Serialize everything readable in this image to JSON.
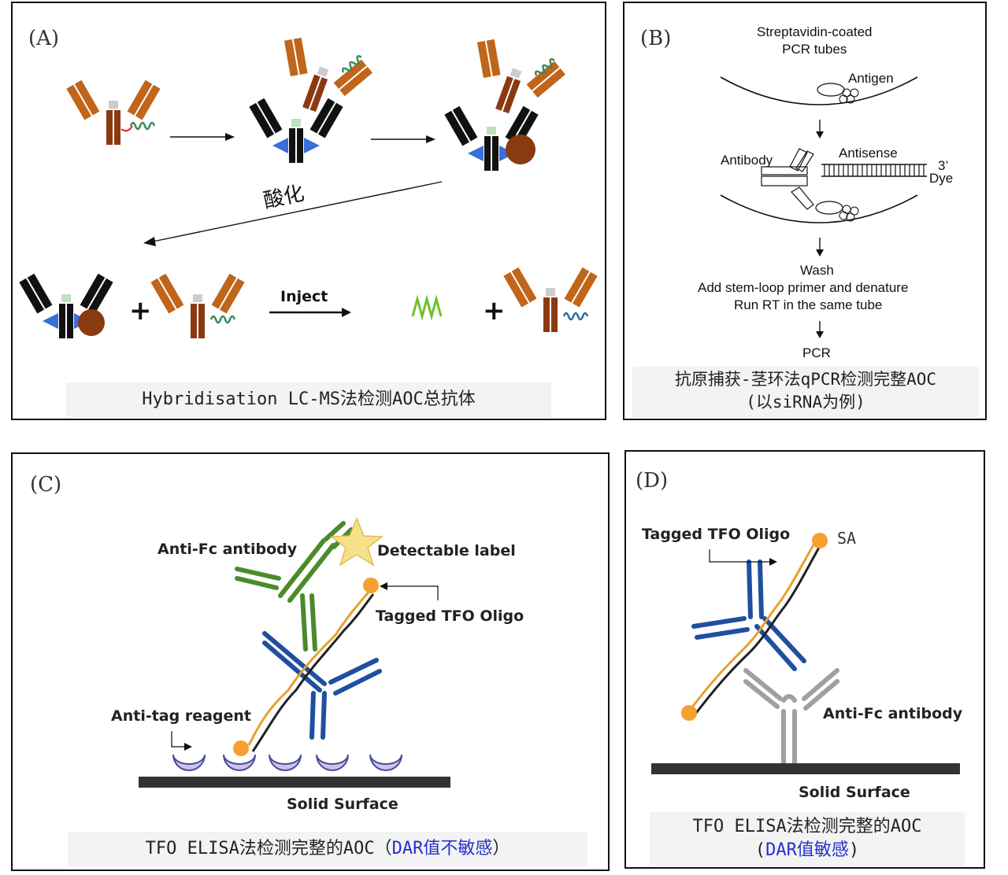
{
  "panel_a": {
    "label": "(A)",
    "acid_label": "酸化",
    "inject_label": "Inject",
    "caption": "Hybridisation LC-MS法检测AOC总抗体"
  },
  "panel_b": {
    "label": "(B)",
    "tubes_label": "Streptavidin-coated\nPCR tubes",
    "antigen": "Antigen",
    "antibody": "Antibody",
    "antisense": "Antisense",
    "three_prime": "3’",
    "dye": "Dye",
    "wash": "Wash",
    "step_primer": "Add stem-loop primer and denature",
    "step_rt": "Run RT in the same tube",
    "pcr": "PCR",
    "caption_line1": "抗原捕获-茎环法qPCR检测完整AOC",
    "caption_line2": "(以siRNA为例)"
  },
  "panel_c": {
    "label": "(C)",
    "anti_fc": "Anti-Fc antibody",
    "detectable_label": "Detectable label",
    "tagged_tfo": "Tagged TFO Oligo",
    "anti_tag": "Anti-tag reagent",
    "solid_surface": "Solid Surface",
    "caption_main": "TFO ELISA法检测完整的AOC（",
    "caption_blue": "DAR值不敏感",
    "caption_end": "）"
  },
  "panel_d": {
    "label": "(D)",
    "tagged_tfo": "Tagged TFO Oligo",
    "sa": "SA",
    "anti_fc": "Anti-Fc antibody",
    "solid_surface": "Solid Surface",
    "caption_line1": "TFO ELISA法检测完整的AOC",
    "caption_open": "(",
    "caption_blue": "DAR值敏感",
    "caption_close": ")"
  },
  "colors": {
    "orange_antibody": "#c0651a",
    "brown_antibody": "#8a3a10",
    "black_antibody": "#111111",
    "blue_antibody": "#1f4fa0",
    "green_antibody": "#4c8a2a",
    "gray_antibody": "#a0a0a0",
    "bead": "#8a3a10",
    "tag_dot": "#f5a030",
    "star": "#f7e08a",
    "oligo_green": "#6fc12e"
  }
}
